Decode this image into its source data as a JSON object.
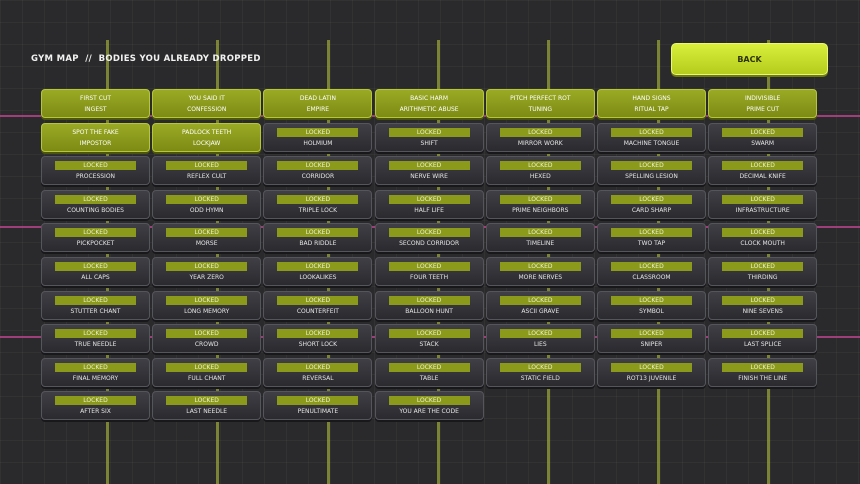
{
  "header": {
    "title": "GYM MAP  //  BODIES YOU ALREADY DROPPED",
    "back_label": "BACK"
  },
  "colors": {
    "accent": "#c8e02a",
    "tile_locked": "#36363b",
    "tile_unlocked": "#8c9a1e",
    "guide_pink": "#c84696"
  },
  "columns": [
    [
      {
        "line1": "FIRST CUT",
        "line2": "INGEST",
        "unlocked": true
      },
      {
        "line1": "SPOT THE FAKE",
        "line2": "IMPOSTOR",
        "unlocked": true
      },
      {
        "line1": "LOCKED",
        "line2": "PROCESSION",
        "unlocked": false
      },
      {
        "line1": "LOCKED",
        "line2": "COUNTING BODIES",
        "unlocked": false
      },
      {
        "line1": "LOCKED",
        "line2": "PICKPOCKET",
        "unlocked": false
      },
      {
        "line1": "LOCKED",
        "line2": "ALL CAPS",
        "unlocked": false
      },
      {
        "line1": "LOCKED",
        "line2": "STUTTER CHANT",
        "unlocked": false
      },
      {
        "line1": "LOCKED",
        "line2": "TRUE NEEDLE",
        "unlocked": false
      },
      {
        "line1": "LOCKED",
        "line2": "FINAL MEMORY",
        "unlocked": false
      },
      {
        "line1": "LOCKED",
        "line2": "AFTER SIX",
        "unlocked": false
      }
    ],
    [
      {
        "line1": "YOU SAID IT",
        "line2": "CONFESSION",
        "unlocked": true
      },
      {
        "line1": "PADLOCK TEETH",
        "line2": "LOCKJAW",
        "unlocked": true
      },
      {
        "line1": "LOCKED",
        "line2": "REFLEX CULT",
        "unlocked": false
      },
      {
        "line1": "LOCKED",
        "line2": "ODD HYMN",
        "unlocked": false
      },
      {
        "line1": "LOCKED",
        "line2": "MORSE",
        "unlocked": false
      },
      {
        "line1": "LOCKED",
        "line2": "YEAR ZERO",
        "unlocked": false
      },
      {
        "line1": "LOCKED",
        "line2": "LONG MEMORY",
        "unlocked": false
      },
      {
        "line1": "LOCKED",
        "line2": "CROWD",
        "unlocked": false
      },
      {
        "line1": "LOCKED",
        "line2": "FULL CHANT",
        "unlocked": false
      },
      {
        "line1": "LOCKED",
        "line2": "LAST NEEDLE",
        "unlocked": false
      }
    ],
    [
      {
        "line1": "DEAD LATIN",
        "line2": "EMPIRE",
        "unlocked": true
      },
      {
        "line1": "LOCKED",
        "line2": "HOLMIUM",
        "unlocked": false
      },
      {
        "line1": "LOCKED",
        "line2": "CORRIDOR",
        "unlocked": false
      },
      {
        "line1": "LOCKED",
        "line2": "TRIPLE LOCK",
        "unlocked": false
      },
      {
        "line1": "LOCKED",
        "line2": "BAD RIDDLE",
        "unlocked": false
      },
      {
        "line1": "LOCKED",
        "line2": "LOOKALIKES",
        "unlocked": false
      },
      {
        "line1": "LOCKED",
        "line2": "COUNTERFEIT",
        "unlocked": false
      },
      {
        "line1": "LOCKED",
        "line2": "SHORT LOCK",
        "unlocked": false
      },
      {
        "line1": "LOCKED",
        "line2": "REVERSAL",
        "unlocked": false
      },
      {
        "line1": "LOCKED",
        "line2": "PENULTIMATE",
        "unlocked": false
      }
    ],
    [
      {
        "line1": "BASIC HARM",
        "line2": "ARITHMETIC ABUSE",
        "unlocked": true
      },
      {
        "line1": "LOCKED",
        "line2": "SHIFT",
        "unlocked": false
      },
      {
        "line1": "LOCKED",
        "line2": "NERVE WIRE",
        "unlocked": false
      },
      {
        "line1": "LOCKED",
        "line2": "HALF LIFE",
        "unlocked": false
      },
      {
        "line1": "LOCKED",
        "line2": "SECOND CORRIDOR",
        "unlocked": false
      },
      {
        "line1": "LOCKED",
        "line2": "FOUR TEETH",
        "unlocked": false
      },
      {
        "line1": "LOCKED",
        "line2": "BALLOON HUNT",
        "unlocked": false
      },
      {
        "line1": "LOCKED",
        "line2": "STACK",
        "unlocked": false
      },
      {
        "line1": "LOCKED",
        "line2": "TABLE",
        "unlocked": false
      },
      {
        "line1": "LOCKED",
        "line2": "YOU ARE THE CODE",
        "unlocked": false
      }
    ],
    [
      {
        "line1": "PITCH PERFECT ROT",
        "line2": "TUNING",
        "unlocked": true
      },
      {
        "line1": "LOCKED",
        "line2": "MIRROR WORK",
        "unlocked": false
      },
      {
        "line1": "LOCKED",
        "line2": "HEXED",
        "unlocked": false
      },
      {
        "line1": "LOCKED",
        "line2": "PRIME NEIGHBORS",
        "unlocked": false
      },
      {
        "line1": "LOCKED",
        "line2": "TIMELINE",
        "unlocked": false
      },
      {
        "line1": "LOCKED",
        "line2": "MORE NERVES",
        "unlocked": false
      },
      {
        "line1": "LOCKED",
        "line2": "ASCII GRAVE",
        "unlocked": false
      },
      {
        "line1": "LOCKED",
        "line2": "LIES",
        "unlocked": false
      },
      {
        "line1": "LOCKED",
        "line2": "STATIC FIELD",
        "unlocked": false
      }
    ],
    [
      {
        "line1": "HAND SIGNS",
        "line2": "RITUAL TAP",
        "unlocked": true
      },
      {
        "line1": "LOCKED",
        "line2": "MACHINE TONGUE",
        "unlocked": false
      },
      {
        "line1": "LOCKED",
        "line2": "SPELLING LESION",
        "unlocked": false
      },
      {
        "line1": "LOCKED",
        "line2": "CARD SHARP",
        "unlocked": false
      },
      {
        "line1": "LOCKED",
        "line2": "TWO TAP",
        "unlocked": false
      },
      {
        "line1": "LOCKED",
        "line2": "CLASSROOM",
        "unlocked": false
      },
      {
        "line1": "LOCKED",
        "line2": "SYMBOL",
        "unlocked": false
      },
      {
        "line1": "LOCKED",
        "line2": "SNIPER",
        "unlocked": false
      },
      {
        "line1": "LOCKED",
        "line2": "ROT13 JUVENILE",
        "unlocked": false
      }
    ],
    [
      {
        "line1": "INDIVISIBLE",
        "line2": "PRIME CUT",
        "unlocked": true
      },
      {
        "line1": "LOCKED",
        "line2": "SWARM",
        "unlocked": false
      },
      {
        "line1": "LOCKED",
        "line2": "DECIMAL KNIFE",
        "unlocked": false
      },
      {
        "line1": "LOCKED",
        "line2": "INFRASTRUCTURE",
        "unlocked": false
      },
      {
        "line1": "LOCKED",
        "line2": "CLOCK MOUTH",
        "unlocked": false
      },
      {
        "line1": "LOCKED",
        "line2": "THIRDING",
        "unlocked": false
      },
      {
        "line1": "LOCKED",
        "line2": "NINE SEVENS",
        "unlocked": false
      },
      {
        "line1": "LOCKED",
        "line2": "LAST SPLICE",
        "unlocked": false
      },
      {
        "line1": "LOCKED",
        "line2": "FINISH THE LINE",
        "unlocked": false
      }
    ]
  ]
}
